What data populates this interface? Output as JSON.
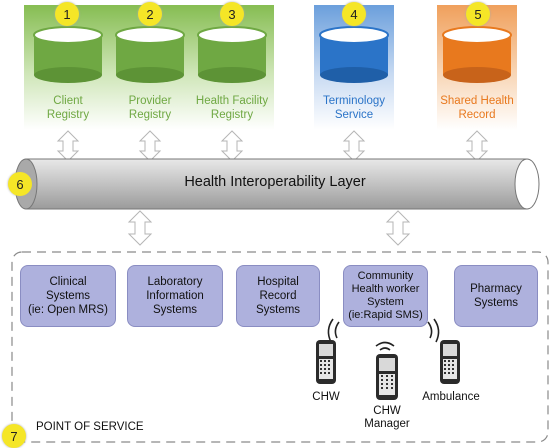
{
  "registries": [
    {
      "number": "1",
      "label": "Client\nRegistry",
      "color": "#6fa843",
      "text_color": "#6fa843"
    },
    {
      "number": "2",
      "label": "Provider\nRegistry",
      "color": "#6fa843",
      "text_color": "#6fa843"
    },
    {
      "number": "3",
      "label": "Health Facility\nRegistry",
      "color": "#6fa843",
      "text_color": "#6fa843"
    },
    {
      "number": "4",
      "label": "Terminology\nService",
      "color": "#2b74c8",
      "text_color": "#2b74c8"
    },
    {
      "number": "5",
      "label": "Shared Health\nRecord",
      "color": "#e8791e",
      "text_color": "#e8791e"
    }
  ],
  "layer": {
    "number": "6",
    "label": "Health Interoperability Layer"
  },
  "point_of_service": {
    "number": "7",
    "label": "POINT OF SERVICE",
    "systems": [
      "Clinical\nSystems\n(ie: Open MRS)",
      "Laboratory\nInformation\nSystems",
      "Hospital\nRecord\nSystems",
      "Community\nHealth worker\nSystem\n(ie:Rapid SMS)",
      "Pharmacy\nSystems"
    ],
    "devices": [
      "CHW",
      "CHW\nManager",
      "Ambulance"
    ]
  },
  "colors": {
    "green_bg": "#8fc25f",
    "badge": "#f5e627",
    "pos_box": "#aeb1dd",
    "pipe": "#c4c4c4"
  }
}
